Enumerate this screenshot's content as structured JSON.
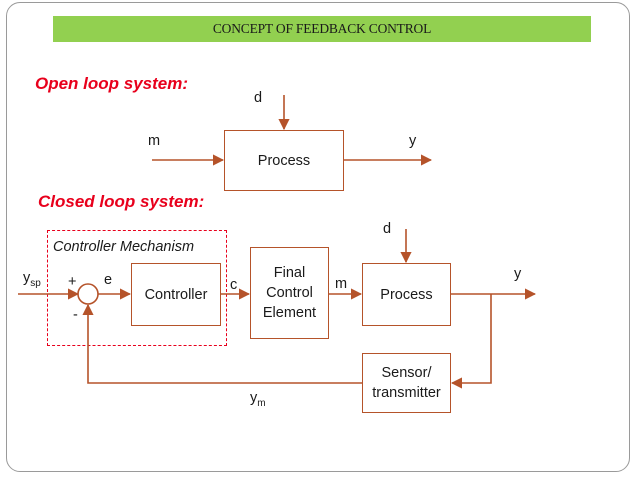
{
  "title": "CONCEPT OF FEEDBACK CONTROL",
  "open_loop": {
    "heading": "Open loop system:",
    "input": "m",
    "disturbance": "d",
    "output": "y",
    "process": "Process"
  },
  "closed_loop": {
    "heading": "Closed loop system:",
    "mechanism_label": "Controller Mechanism",
    "setpoint": "y",
    "setpoint_sub": "sp",
    "plus": "+",
    "minus": "-",
    "error": "e",
    "controller": "Controller",
    "controller_output": "c",
    "final_element": [
      "Final",
      "Control",
      "Element"
    ],
    "manipulated": "m",
    "process": "Process",
    "disturbance": "d",
    "output": "y",
    "sensor": [
      "Sensor/",
      "transmitter"
    ],
    "measured": "y",
    "measured_sub": "m"
  },
  "colors": {
    "banner": "#92d050",
    "heading": "#e8001c",
    "wire": "#b5532a"
  }
}
